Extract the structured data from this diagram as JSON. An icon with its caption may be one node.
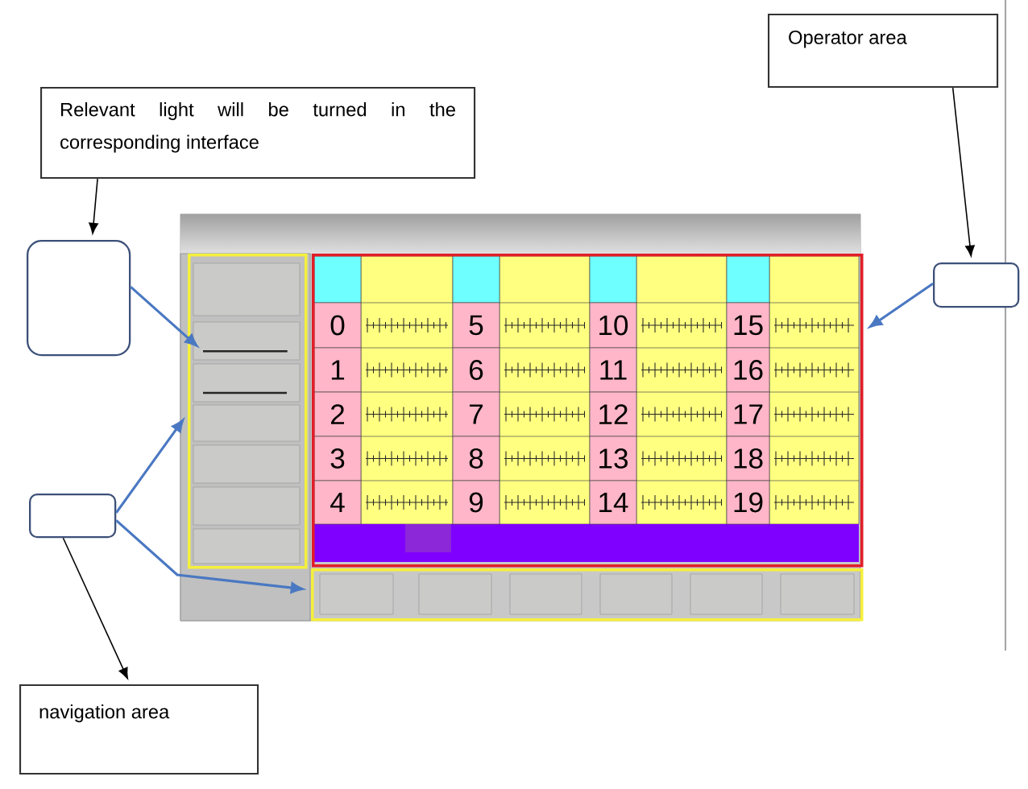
{
  "diagram": {
    "nodes": [
      {
        "text": [
          "Relevant light will be turned in the corresponding interface"
        ]
      },
      {
        "text": [
          "Operator area"
        ]
      },
      {
        "text": [
          "navigation area"
        ]
      },
      {
        "text": [],
        "shape": "box"
      },
      {
        "text": [],
        "shape": "box"
      },
      {
        "text": [],
        "shape": "box"
      },
      {
        "text": [],
        "shape": "box"
      },
      {
        "text": [],
        "shape": "line",
        "in": 6
      },
      {
        "text": [],
        "shape": "box"
      },
      {
        "text": [],
        "shape": "box"
      }
    ],
    "edges": [
      {
        "from": 0,
        "to": 3,
        "arrow": "to",
        "color": "#000000"
      },
      {
        "from": 1,
        "to": 5,
        "arrow": "to",
        "color": "#000000"
      },
      {
        "from": 4,
        "to": 2,
        "arrow": "to",
        "color": "#000000"
      },
      {
        "from": 3,
        "to": 7,
        "arrow": "to"
      },
      {
        "from": 4,
        "to": 6,
        "arrow": "to"
      },
      {
        "from": 4,
        "to": 9,
        "arrow": "to"
      },
      {
        "from": 5,
        "to": 8,
        "arrow": "to"
      }
    ],
    "labels": [
      "0",
      "5",
      "10",
      "15",
      "1",
      "6",
      "11",
      "16",
      "2",
      "7",
      "12",
      "17",
      "3",
      "8",
      "13",
      "18",
      "4",
      "9",
      "14",
      "19"
    ]
  }
}
